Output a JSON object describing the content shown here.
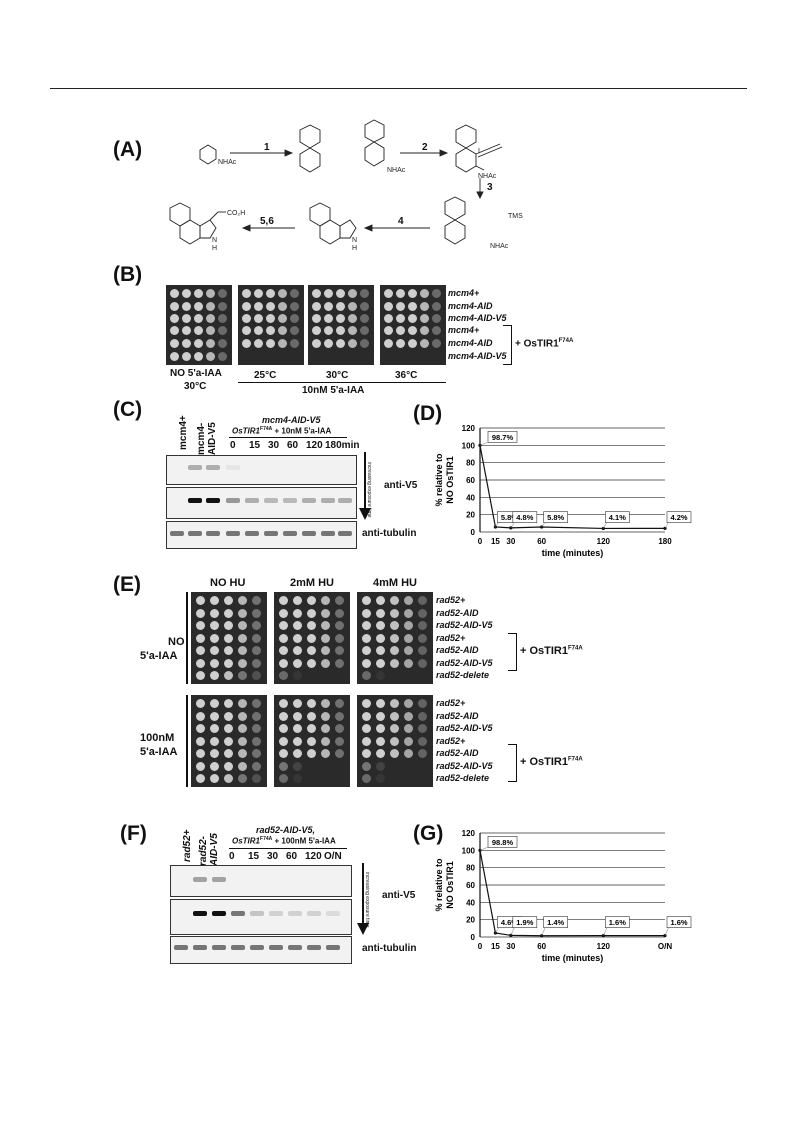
{
  "panels": {
    "A": "(A)",
    "B": "(B)",
    "C": "(C)",
    "D": "(D)",
    "E": "(E)",
    "F": "(F)",
    "G": "(G)"
  },
  "scheme": {
    "steps": [
      "1",
      "2",
      "3",
      "4",
      "5,6"
    ],
    "labels": {
      "nhac1": "NHAc",
      "nhac2": "NHAc",
      "nhac3": "NHAc",
      "nhac4": "NHAc",
      "iodo": "I",
      "tms": "TMS",
      "nh1": "N",
      "h1": "H",
      "nh2": "N",
      "h2": "H",
      "co2h": "CO₂H"
    }
  },
  "panelB": {
    "rows": [
      "mcm4+",
      "mcm4-AID",
      "mcm4-AID-V5",
      "mcm4+",
      "mcm4-AID",
      "mcm4-AID-V5"
    ],
    "bracket_label": "+ OsTIR1",
    "bracket_sup": "F74A",
    "no_label": "NO 5'a-IAA",
    "no_temp": "30°C",
    "temps": [
      "25°C",
      "30°C",
      "36°C"
    ],
    "treat_label": "10nM 5'a-IAA"
  },
  "panelC": {
    "lane_labels": [
      "mcm4+",
      "mcm4-\nAID-V5"
    ],
    "header1": "mcm4-AID-V5",
    "header2_a": "OsTIR1",
    "header2_sup": "F74A",
    "header2_b": " + 10nM 5'a-IAA",
    "times": [
      "0",
      "15",
      "30",
      "60",
      "120",
      "180min"
    ],
    "exposure": "increasing exposure time",
    "anti_v5": "anti-V5",
    "anti_tub": "anti-tubulin"
  },
  "panelE": {
    "conditions": [
      "NO HU",
      "2mM HU",
      "4mM HU"
    ],
    "block1_label": [
      "NO",
      "5'a-IAA"
    ],
    "block2_label": [
      "100nM",
      "5'a-IAA"
    ],
    "rows1": [
      "rad52+",
      "rad52-AID",
      "rad52-AID-V5",
      "rad52+",
      "rad52-AID",
      "rad52-AID-V5",
      "rad52-delete"
    ],
    "rows2": [
      "rad52+",
      "rad52-AID",
      "rad52-AID-V5",
      "rad52+",
      "rad52-AID",
      "rad52-AID-V5",
      "rad52-delete"
    ],
    "bracket_label": "+ OsTIR1",
    "bracket_sup": "F74A"
  },
  "panelF": {
    "lane_labels": [
      "rad52+",
      "rad52-\nAID-V5"
    ],
    "header1": "rad52-AID-V5,",
    "header2_a": "OsTIR1",
    "header2_sup": "F74A",
    "header2_b": " + 100nM 5'a-IAA",
    "times": [
      "0",
      "15",
      "30",
      "60",
      "120",
      "O/N"
    ],
    "exposure": "increasing exposure time",
    "anti_v5": "anti-V5",
    "anti_tub": "anti-tubulin"
  },
  "chart_data": [
    {
      "type": "line",
      "panel": "D",
      "x": [
        0,
        15,
        30,
        60,
        120,
        180
      ],
      "x_tick_labels": [
        "0",
        "15",
        "30",
        "60",
        "120",
        "180"
      ],
      "values": [
        100,
        5.8,
        4.8,
        5.8,
        4.1,
        4.2
      ],
      "data_labels": [
        "98.7%",
        "5.8%",
        "4.8%",
        "5.8%",
        "4.1%",
        "4.2%"
      ],
      "xlabel": "time (minutes)",
      "ylabel": "% relative to NO OsTIR1",
      "ylim": [
        0,
        120
      ],
      "yticks": [
        0,
        20,
        40,
        60,
        80,
        100,
        120
      ],
      "grid": true
    },
    {
      "type": "line",
      "panel": "G",
      "x": [
        0,
        15,
        30,
        60,
        120,
        180
      ],
      "x_tick_labels": [
        "0",
        "15",
        "30",
        "60",
        "120",
        "O/N"
      ],
      "values": [
        100,
        4.6,
        1.9,
        1.4,
        1.6,
        1.6
      ],
      "data_labels": [
        "98.8%",
        "4.6%",
        "1.9%",
        "1.4%",
        "1.6%",
        "1.6%"
      ],
      "xlabel": "time (minutes)",
      "ylabel": "% relative to NO OsTIR1",
      "ylim": [
        0,
        120
      ],
      "yticks": [
        0,
        20,
        40,
        60,
        80,
        100,
        120
      ],
      "grid": true
    }
  ]
}
